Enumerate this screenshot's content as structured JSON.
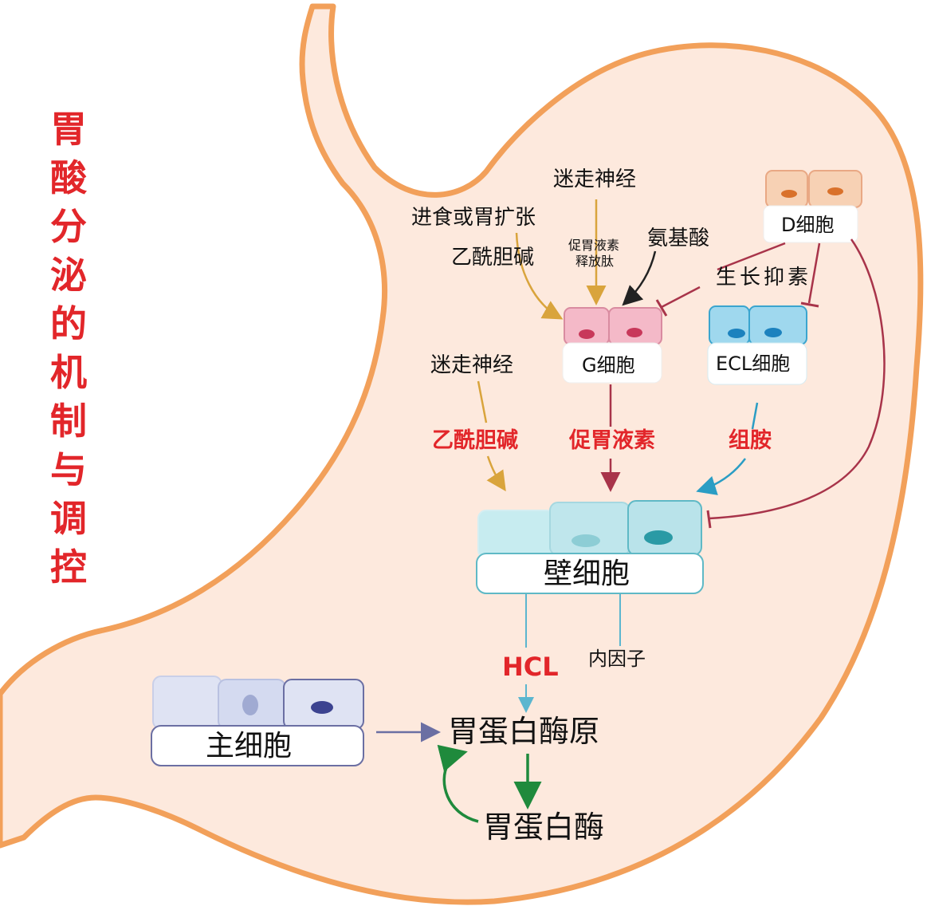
{
  "title_chars": [
    "胃",
    "酸",
    "分",
    "泌",
    "的",
    "机",
    "制",
    "与",
    "调",
    "控"
  ],
  "labels": {
    "vagus_top": "迷走神经",
    "eating": "进食或胃扩张",
    "ach_top": "乙酰胆碱",
    "grp_line1": "促胃液素",
    "grp_line2": "释放肽",
    "amino_acid": "氨基酸",
    "somatostatin": "生长抑素",
    "vagus_left": "迷走神经",
    "ach_red": "乙酰胆碱",
    "gastrin_red": "促胃液素",
    "histamine_red": "组胺",
    "hcl": "HCL",
    "intrinsic_factor": "内因子",
    "pepsinogen": "胃蛋白酶原",
    "pepsin": "胃蛋白酶"
  },
  "cells": {
    "d_cell": "D细胞",
    "g_cell": "G细胞",
    "ecl_cell": "ECL细胞",
    "parietal_cell": "壁细胞",
    "chief_cell": "主细胞"
  },
  "colors": {
    "title_red": "#e2262a",
    "stomach_fill": "#fde9dd",
    "stomach_outline": "#f2a05a",
    "arrow_gold": "#d9a43c",
    "arrow_darkred": "#a8344a",
    "arrow_blue": "#2a9dc4",
    "arrow_green": "#1f8a3c",
    "arrow_navy": "#6b6fa3",
    "g_cell_pink": "#f4b9c8",
    "ecl_blue": "#9fd8ee",
    "d_cell_peach": "#f7d1b4",
    "parietal_teal": "#bfe6ec",
    "chief_lavender": "#cfd6ec"
  },
  "icons": {
    "g_cell": "g-cell-icon",
    "d_cell": "d-cell-icon",
    "ecl_cell": "ecl-cell-icon",
    "parietal_cell": "parietal-cell-icon",
    "chief_cell": "chief-cell-icon"
  }
}
